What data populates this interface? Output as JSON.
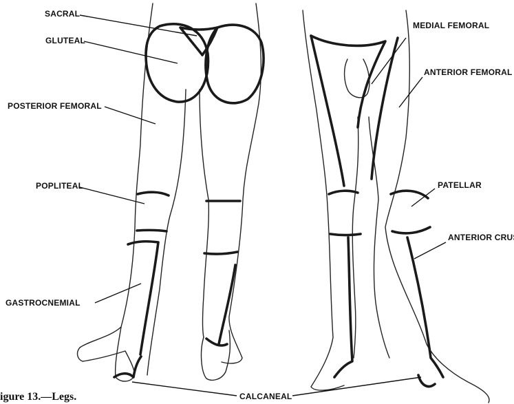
{
  "labels": {
    "sacral": "SACRAL",
    "gluteal": "GLUTEAL",
    "posterior_femoral": "POSTERIOR FEMORAL",
    "popliteal": "POPLITEAL",
    "gastrocnemial": "GASTROCNEMIAL",
    "calcaneal": "CALCANEAL",
    "medial_femoral": "MEDIAL FEMORAL",
    "anterior_femoral": "ANTERIOR FEMORAL",
    "patellar": "PATELLAR",
    "anterior_crus": "ANTERIOR CRUS"
  },
  "caption": "igure 13.—Legs."
}
